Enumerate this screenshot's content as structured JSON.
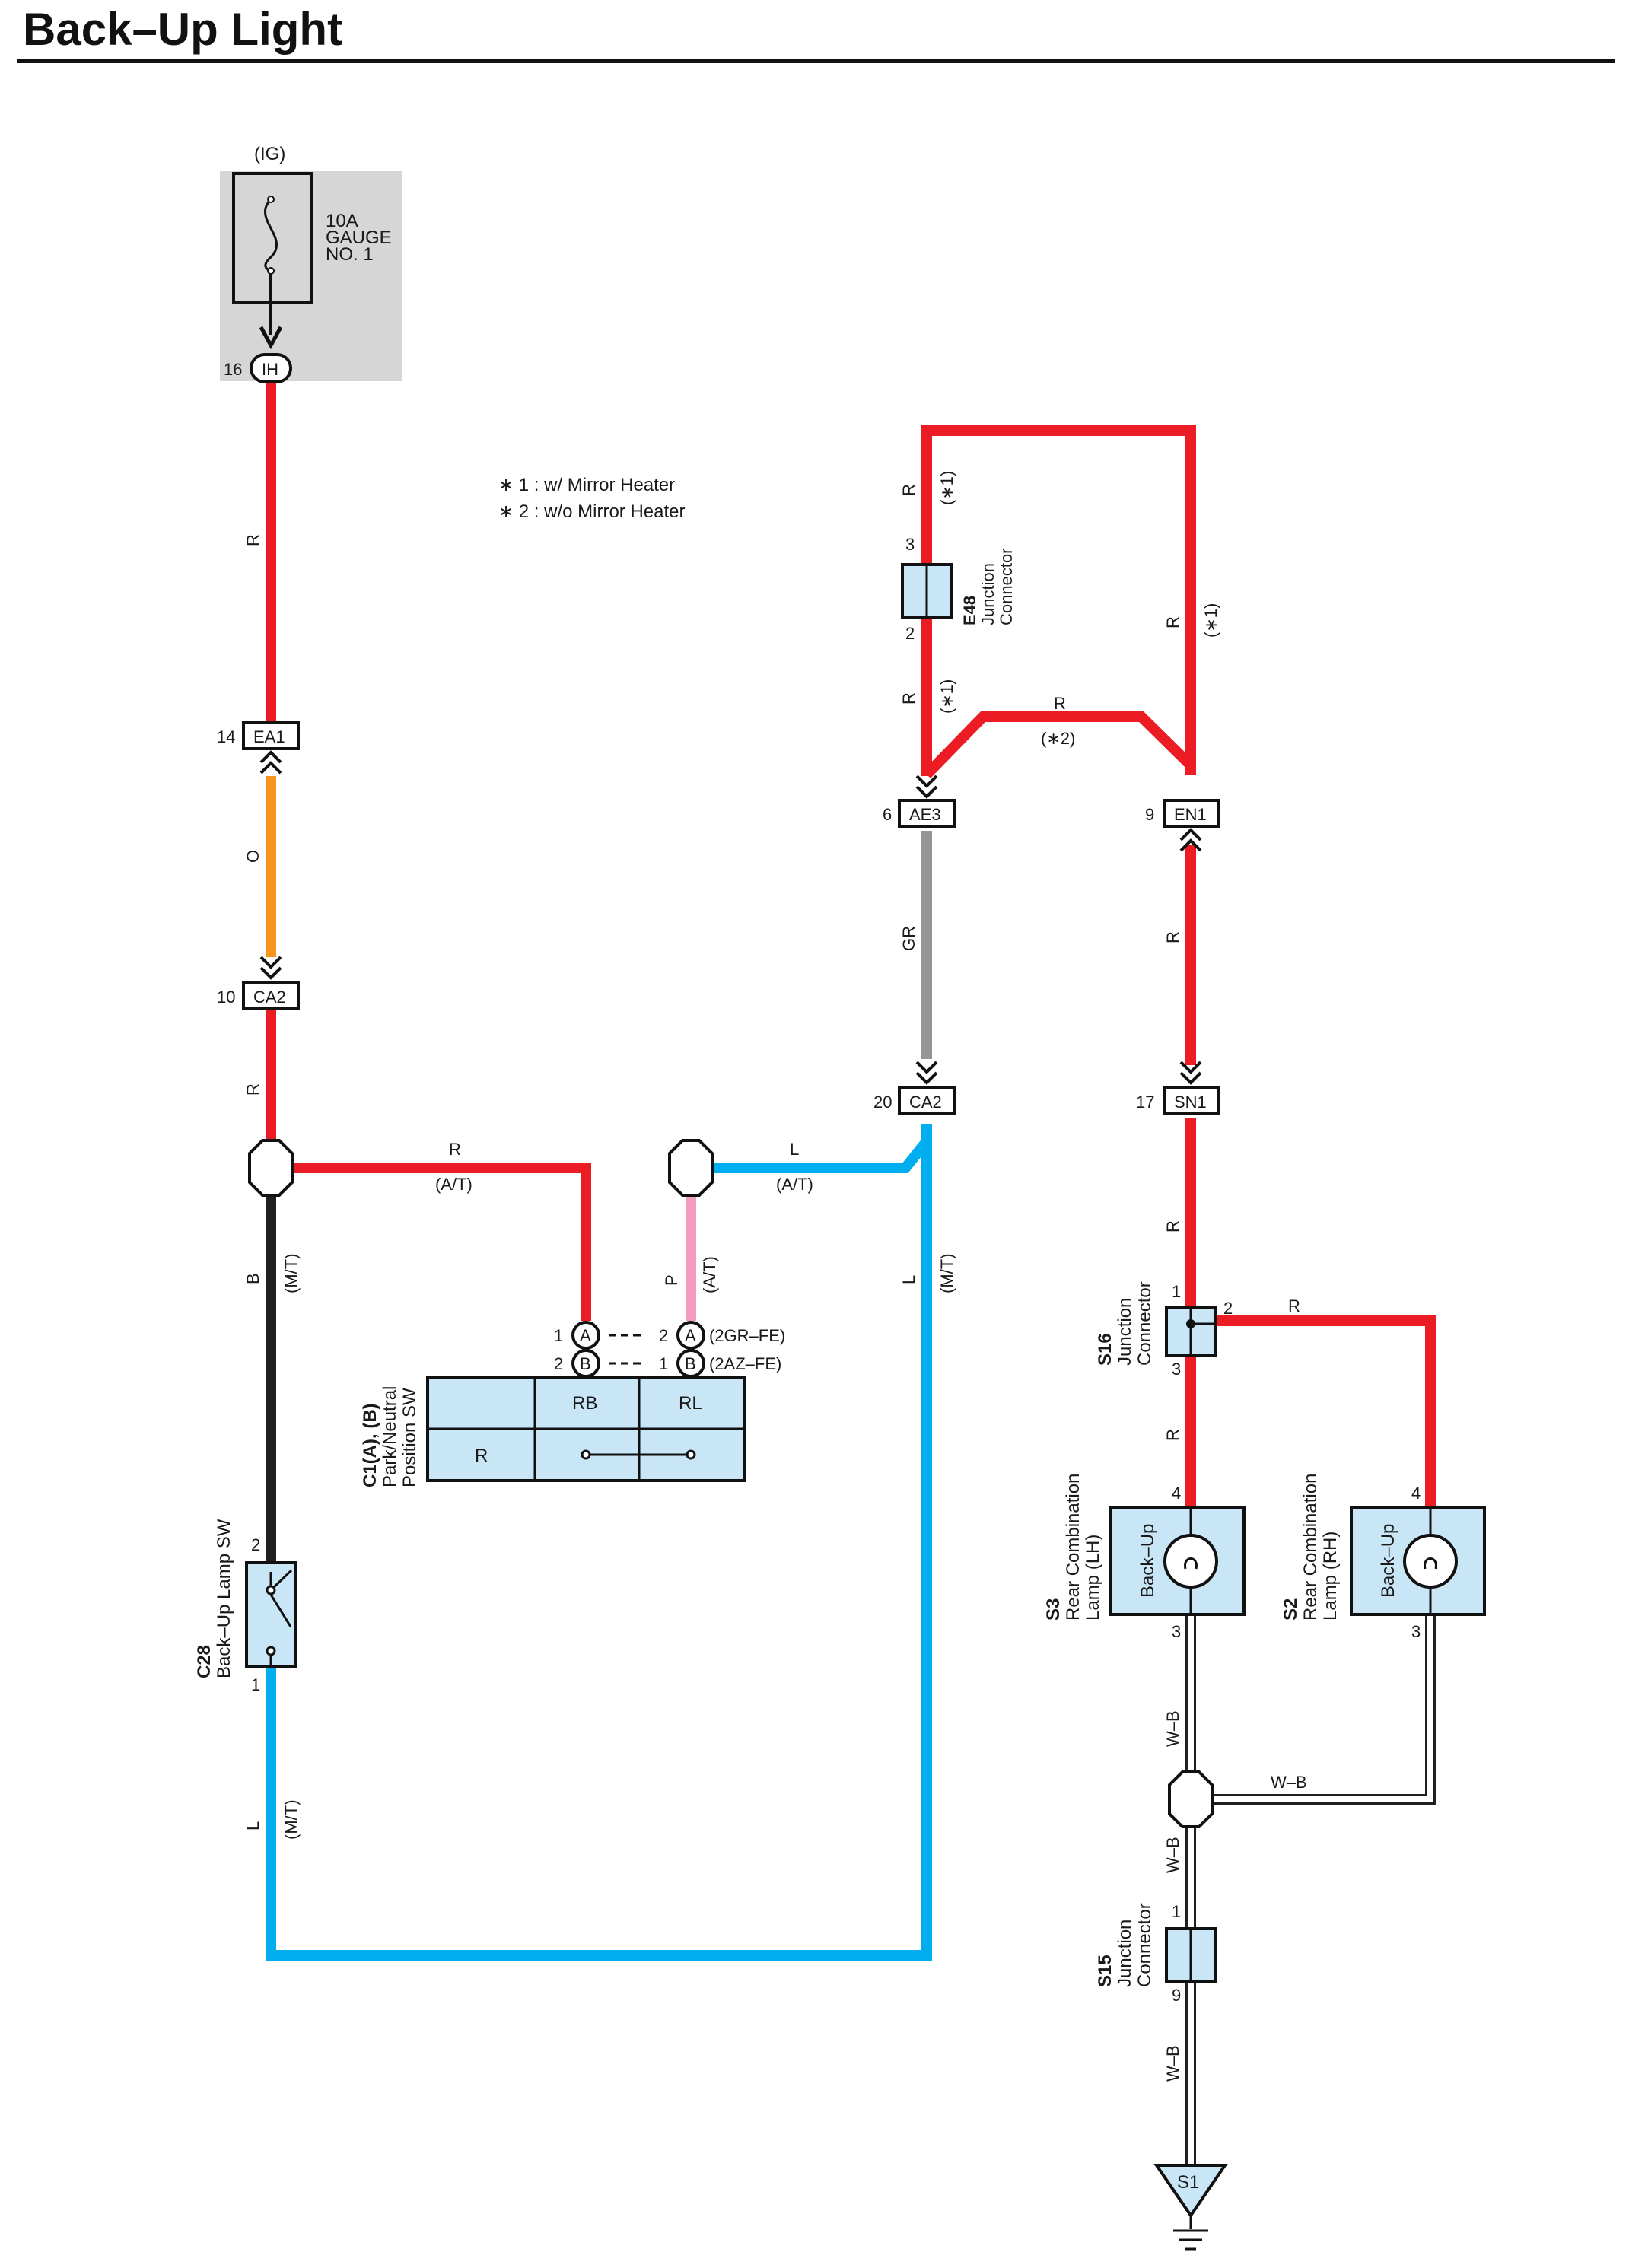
{
  "title": "Back–Up Light",
  "colors": {
    "red": "#ec1c24",
    "orange": "#f7941d",
    "black": "#231f20",
    "gray": "#939598",
    "blue": "#00aeef",
    "pink": "#f49ac1",
    "component_fill": "#c9e6f7",
    "fuse_box": "#d6d6d6"
  },
  "notes": {
    "n1": "∗ 1 : w/ Mirror Heater",
    "n2": "∗ 2 : w/o Mirror Heater"
  },
  "fuse": {
    "source": "(IG)",
    "rating": "10A",
    "name1": "GAUGE",
    "name2": "NO. 1"
  },
  "connectors": {
    "ih": {
      "code": "IH",
      "pin": "16"
    },
    "ea1": {
      "code": "EA1",
      "pin": "14"
    },
    "ca2_left": {
      "code": "CA2",
      "pin": "10"
    },
    "ae3": {
      "code": "AE3",
      "pin": "6"
    },
    "en1": {
      "code": "EN1",
      "pin": "9"
    },
    "ca2_mid": {
      "code": "CA2",
      "pin": "20"
    },
    "sn1": {
      "code": "SN1",
      "pin": "17"
    }
  },
  "wires": {
    "r": "R",
    "o": "O",
    "b": "B",
    "l": "L",
    "p": "P",
    "gr": "GR",
    "wb": "W–B",
    "at": "(A/T)",
    "mt": "(M/T)",
    "star1": "(∗1)",
    "star2": "(∗2)"
  },
  "e48": {
    "code": "E48",
    "name1": "Junction",
    "name2": "Connector",
    "pin_top": "3",
    "pin_bottom": "2"
  },
  "s16": {
    "code": "S16",
    "name1": "Junction",
    "name2": "Connector",
    "pin1": "1",
    "pin2": "2",
    "pin3": "3"
  },
  "s15": {
    "code": "S15",
    "name1": "Junction",
    "name2": "Connector",
    "pin1": "1",
    "pin9": "9"
  },
  "c1": {
    "code": "C1(A), (B)",
    "name1": "Park/Neutral",
    "name2": "Position SW",
    "pin_a1": "1",
    "pin_b2": "2",
    "pin_a2": "2",
    "pin_b1": "1",
    "letter_a": "A",
    "letter_b": "B",
    "engine_a": "(2GR–FE)",
    "engine_b": "(2AZ–FE)",
    "col_rb": "RB",
    "col_rl": "RL",
    "row_r": "R"
  },
  "c28": {
    "code": "C28",
    "name": "Back–Up Lamp SW",
    "pin2": "2",
    "pin1": "1"
  },
  "s3": {
    "code": "S3",
    "name1": "Rear Combination",
    "name2": "Lamp (LH)",
    "inner": "Back–Up",
    "pin4": "4",
    "pin3": "3"
  },
  "s2": {
    "code": "S2",
    "name1": "Rear Combination",
    "name2": "Lamp (RH)",
    "inner": "Back–Up",
    "pin4": "4",
    "pin3": "3"
  },
  "ground": {
    "code": "S1"
  }
}
